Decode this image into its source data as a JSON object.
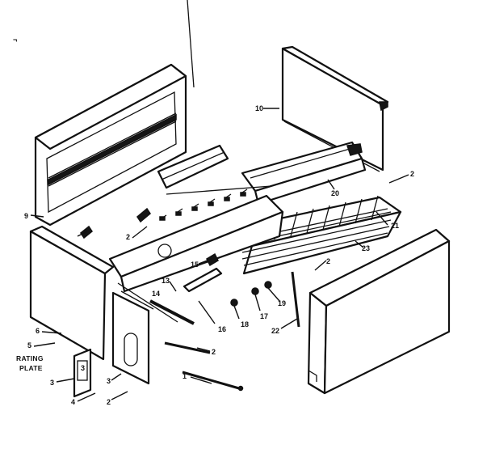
{
  "diagram": {
    "corner_mark": "¬",
    "rating_plate_line1": "RATING",
    "rating_plate_line2": "PLATE",
    "labels": {
      "l1": "1",
      "l2a": "2",
      "l2b": "2",
      "l2c": "2",
      "l2d": "2",
      "l2e": "2",
      "l3a": "3",
      "l3b": "3",
      "l3c": "3",
      "l4": "4",
      "l5": "5",
      "l6": "6",
      "l9": "9",
      "l10": "10",
      "l13": "13",
      "l14": "14",
      "l15": "15",
      "l16": "16",
      "l17": "17",
      "l18": "18",
      "l19": "19",
      "l20": "20",
      "l21": "21",
      "l22": "22",
      "l23": "23"
    }
  }
}
